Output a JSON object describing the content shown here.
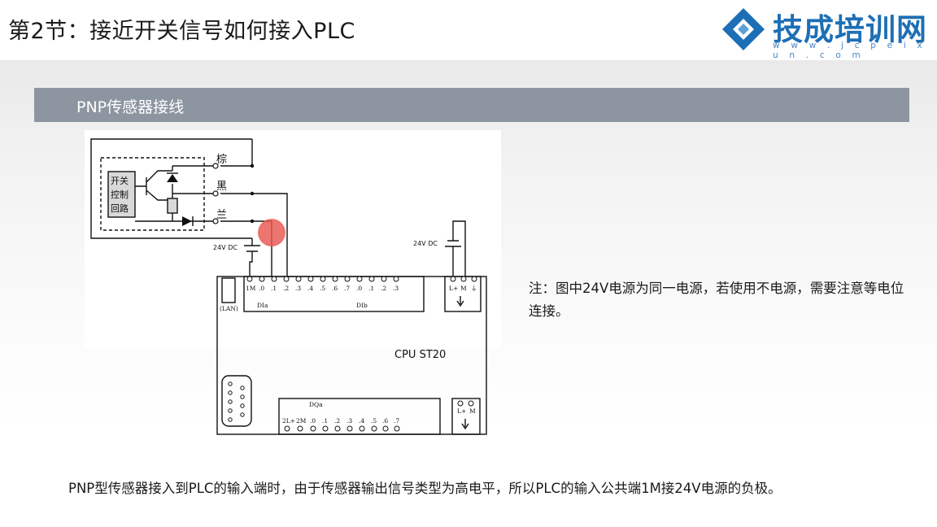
{
  "header": {
    "title": "第2节：接近开关信号如何接入PLC",
    "logo_text": "技成培训网",
    "logo_url": "w w w . j c p e i x u n . c o m",
    "logo_icon": "diamond-icon",
    "brand_color": "#1d6fb5"
  },
  "section": {
    "label": "PNP传感器接线"
  },
  "diagram": {
    "sensor_box_label": [
      "开关",
      "控制",
      "回路"
    ],
    "wire_brown": "棕",
    "wire_black": "黑",
    "wire_blue": "兰",
    "supply_left": "24V DC",
    "supply_right": "24V DC",
    "input_terminals": [
      "1M",
      ".0",
      ".1",
      ".2",
      ".3",
      ".4",
      ".5",
      ".6",
      ".7",
      ".0",
      ".1",
      ".2",
      ".3"
    ],
    "di_a": "DIa",
    "di_b": "DIb",
    "lan": "(LAN)",
    "power_terminals": [
      "L+",
      "M",
      "⏚"
    ],
    "cpu_label": "CPU  ST20",
    "dq_label": "DQa",
    "output_terminals": [
      "2L+",
      "2M",
      ".0",
      ".1",
      ".2",
      ".3",
      ".4",
      ".5",
      ".6",
      ".7"
    ],
    "out_power_terminals": [
      "L+",
      "M"
    ],
    "cursor_color": "#e8574f"
  },
  "note": "注：图中24V电源为同一电源，若使用不电源，需要注意等电位连接。",
  "caption": "PNP型传感器接入到PLC的输入端时，由于传感器输出信号类型为高电平，所以PLC的输入公共端1M接24V电源的负极。"
}
